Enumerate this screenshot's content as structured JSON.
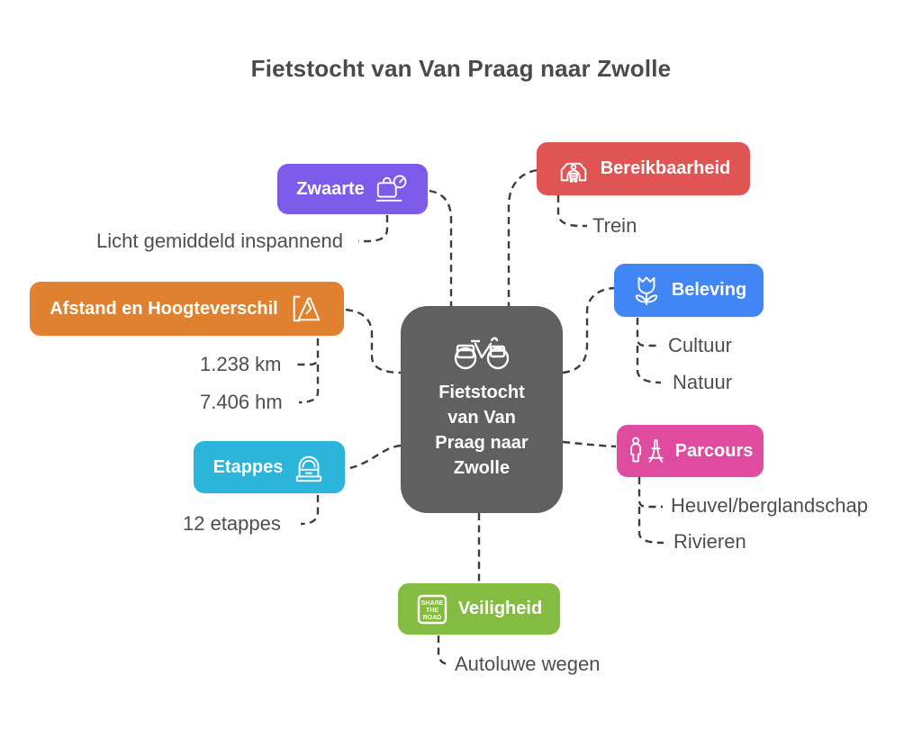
{
  "title": "Fietstocht van Van Praag naar Zwolle",
  "center": {
    "label_lines": [
      "Fietstocht",
      "van Van",
      "Praag naar",
      "Zwolle"
    ],
    "color": "#606060",
    "icon": "bicycle-icon"
  },
  "branches": [
    {
      "id": "zwaarte",
      "label": "Zwaarte",
      "color": "#7C5BE8",
      "icon": "luggage-scale-icon",
      "children": [
        "Licht gemiddeld inspannend"
      ]
    },
    {
      "id": "bereikbaarheid",
      "label": "Bereikbaarheid",
      "color": "#E15454",
      "icon": "train-station-icon",
      "children": [
        "Trein"
      ]
    },
    {
      "id": "beleving",
      "label": "Beleving",
      "color": "#4285F4",
      "icon": "tulip-icon",
      "children": [
        "Cultuur",
        "Natuur"
      ]
    },
    {
      "id": "afstand",
      "label": "Afstand en Hoogteverschil",
      "color": "#DF812E",
      "icon": "mountain-icon",
      "children": [
        "1.238 km",
        "7.406 hm"
      ]
    },
    {
      "id": "etappes",
      "label": "Etappes",
      "color": "#2BB5DA",
      "icon": "milestone-icon",
      "children": [
        "12 etappes"
      ]
    },
    {
      "id": "parcours",
      "label": "Parcours",
      "color": "#DF4B9F",
      "icon": "landmark-cyclist-icon",
      "children": [
        "Heuvel/berglandschap",
        "Rivieren"
      ]
    },
    {
      "id": "veiligheid",
      "label": "Veiligheid",
      "color": "#84BB41",
      "icon": "share-the-road-sign-icon",
      "children": [
        "Autoluwe wegen"
      ]
    }
  ],
  "sign_text": {
    "line1": "SHARE",
    "line2": "THE",
    "line3": "ROAD"
  }
}
